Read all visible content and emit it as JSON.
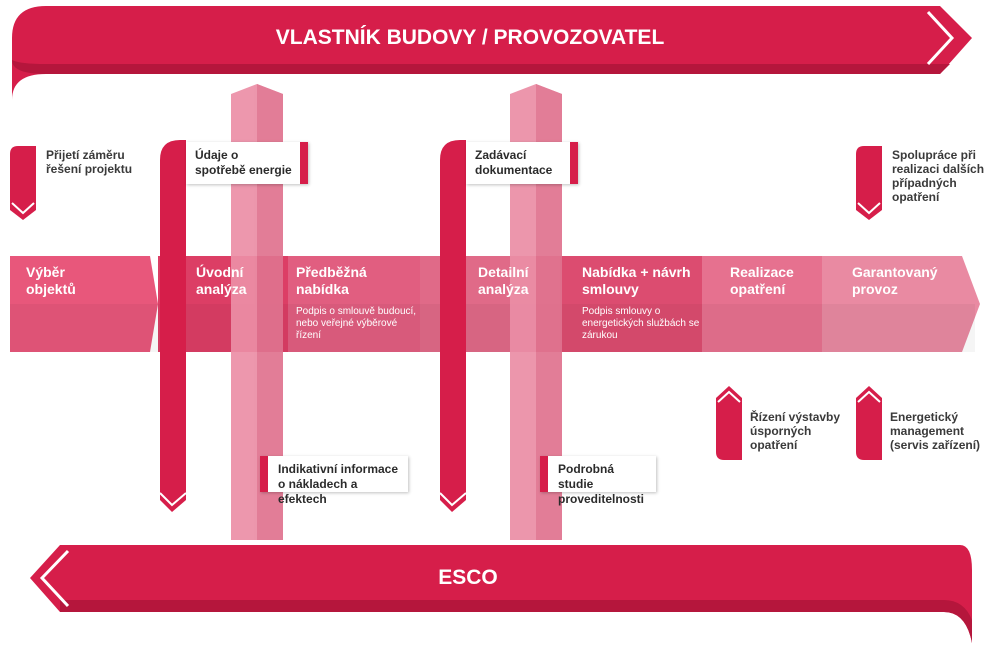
{
  "top_banner": "VLASTNÍK BUDOVY / PROVOZOVATEL",
  "bottom_banner": "ESCO",
  "colors": {
    "primary": "#d61e4a",
    "light": "#e7849e",
    "band": "#e06383"
  },
  "owner_steps": [
    {
      "label": "Přijetí záměru řešení projektu"
    },
    {
      "label": "Údaje o spotřebě energie"
    },
    {
      "label": "Zadávací dokumentace"
    },
    {
      "label": "Spolupráce při realizaci dalších případných opatření"
    }
  ],
  "stages": [
    {
      "label": "Výběr objektů"
    },
    {
      "label": "Úvodní analýza"
    },
    {
      "label": "Předběžná nabídka",
      "note": "Podpis o smlouvě budoucí, nebo veřejné výběrové řízení"
    },
    {
      "label": "Detailní analýza"
    },
    {
      "label": "Nabídka + návrh smlouvy",
      "note": "Podpis smlouvy o energetických službách se zárukou"
    },
    {
      "label": "Realizace opatření"
    },
    {
      "label": "Garantovaný provoz"
    }
  ],
  "esco_steps": [
    {
      "label": "Indikativní informace o nákladech a efektech"
    },
    {
      "label": "Podrobná studie proveditelnosti"
    },
    {
      "label": "Řízení výstavby úsporných opatření"
    },
    {
      "label": "Energetický management (servis zařízení)"
    }
  ]
}
